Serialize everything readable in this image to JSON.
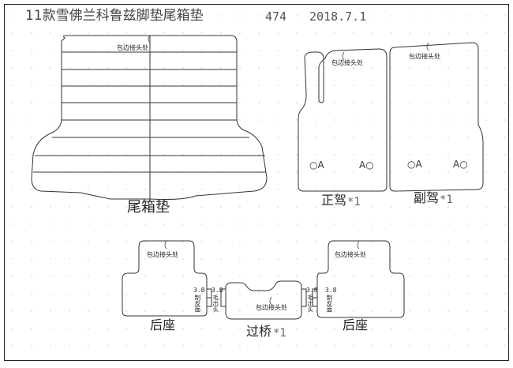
{
  "header": {
    "title": "11款雪佛兰科鲁兹脚垫尾箱垫",
    "code": "474",
    "date": "2018.7.1"
  },
  "seam_note": "包边接头处",
  "parts": {
    "trunk": {
      "label": "尾箱垫"
    },
    "driver": {
      "label": "正驾",
      "qty": "*1",
      "hole_left": "○A",
      "hole_right": "A○"
    },
    "passenger": {
      "label": "副驾",
      "qty": "*1",
      "hole_left": "○A",
      "hole_right": "A○"
    },
    "rear_left": {
      "label": "后座"
    },
    "bridge": {
      "label": "过桥",
      "qty": "*1"
    },
    "rear_right": {
      "label": "后座"
    }
  },
  "connectors": {
    "left": {
      "dim_a": "3.8",
      "text_a": "制反面",
      "dim_b": "3.8",
      "text_b": "毛出头"
    },
    "right": {
      "dim_a": "3.8",
      "text_a": "毛出头",
      "dim_b": "3.8",
      "text_b": "制反面"
    }
  },
  "colors": {
    "line": "#333333",
    "dots": "#b0b0b0",
    "border": "#222222"
  }
}
